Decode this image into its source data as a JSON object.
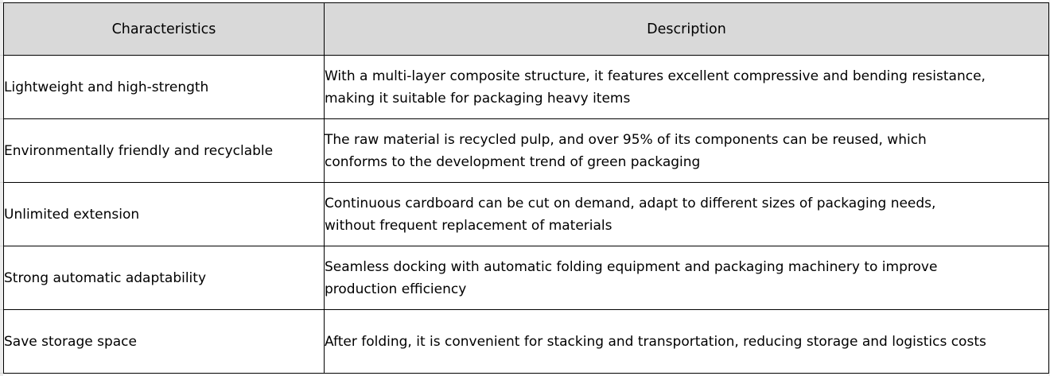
{
  "table": {
    "headers": {
      "characteristics": "Characteristics",
      "description": "Description"
    },
    "rows": [
      {
        "characteristic": "Lightweight and high-strength",
        "description_lines": [
          "With a multi-layer composite structure, it features excellent compressive and bending resistance,",
          "making it suitable for packaging heavy items"
        ]
      },
      {
        "characteristic": "Environmentally friendly and recyclable",
        "description_lines": [
          "The raw material is recycled pulp, and over 95% of its components can be reused, which",
          "conforms to the development trend of green packaging"
        ]
      },
      {
        "characteristic": "Unlimited extension",
        "description_lines": [
          "Continuous cardboard can be cut on demand, adapt to different sizes of packaging needs,",
          "without frequent replacement of materials"
        ]
      },
      {
        "characteristic": "Strong automatic adaptability",
        "description_lines": [
          "Seamless docking with automatic folding equipment and packaging machinery to improve",
          "production efficiency"
        ]
      },
      {
        "characteristic": "Save storage space",
        "description_lines": [
          "After folding, it is convenient for stacking and transportation, reducing storage and logistics costs"
        ]
      }
    ]
  },
  "colors": {
    "header_background": "#d9d9d9",
    "border": "#000000",
    "gutter": "#ececec"
  }
}
